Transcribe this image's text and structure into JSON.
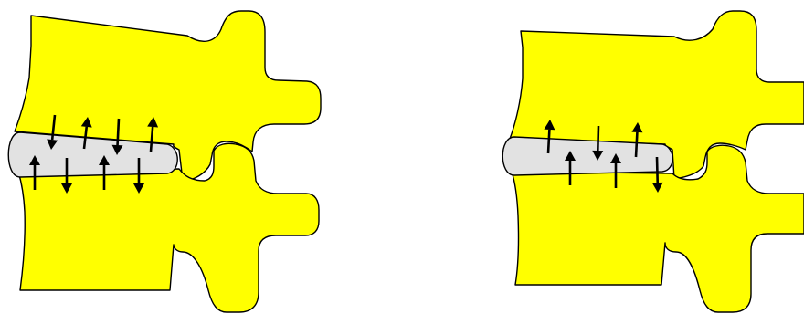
{
  "colors": {
    "bone": "#ffff00",
    "disc": "#e2e2e2",
    "outline": "#000000",
    "arrow": "#000000"
  },
  "panels": [
    {
      "name": "left-segment",
      "arrows": [
        "down",
        "up",
        "down",
        "up",
        "up",
        "down",
        "up",
        "down"
      ]
    },
    {
      "name": "right-segment",
      "arrows": [
        "up",
        "down",
        "up",
        "up",
        "up",
        "down"
      ]
    }
  ]
}
